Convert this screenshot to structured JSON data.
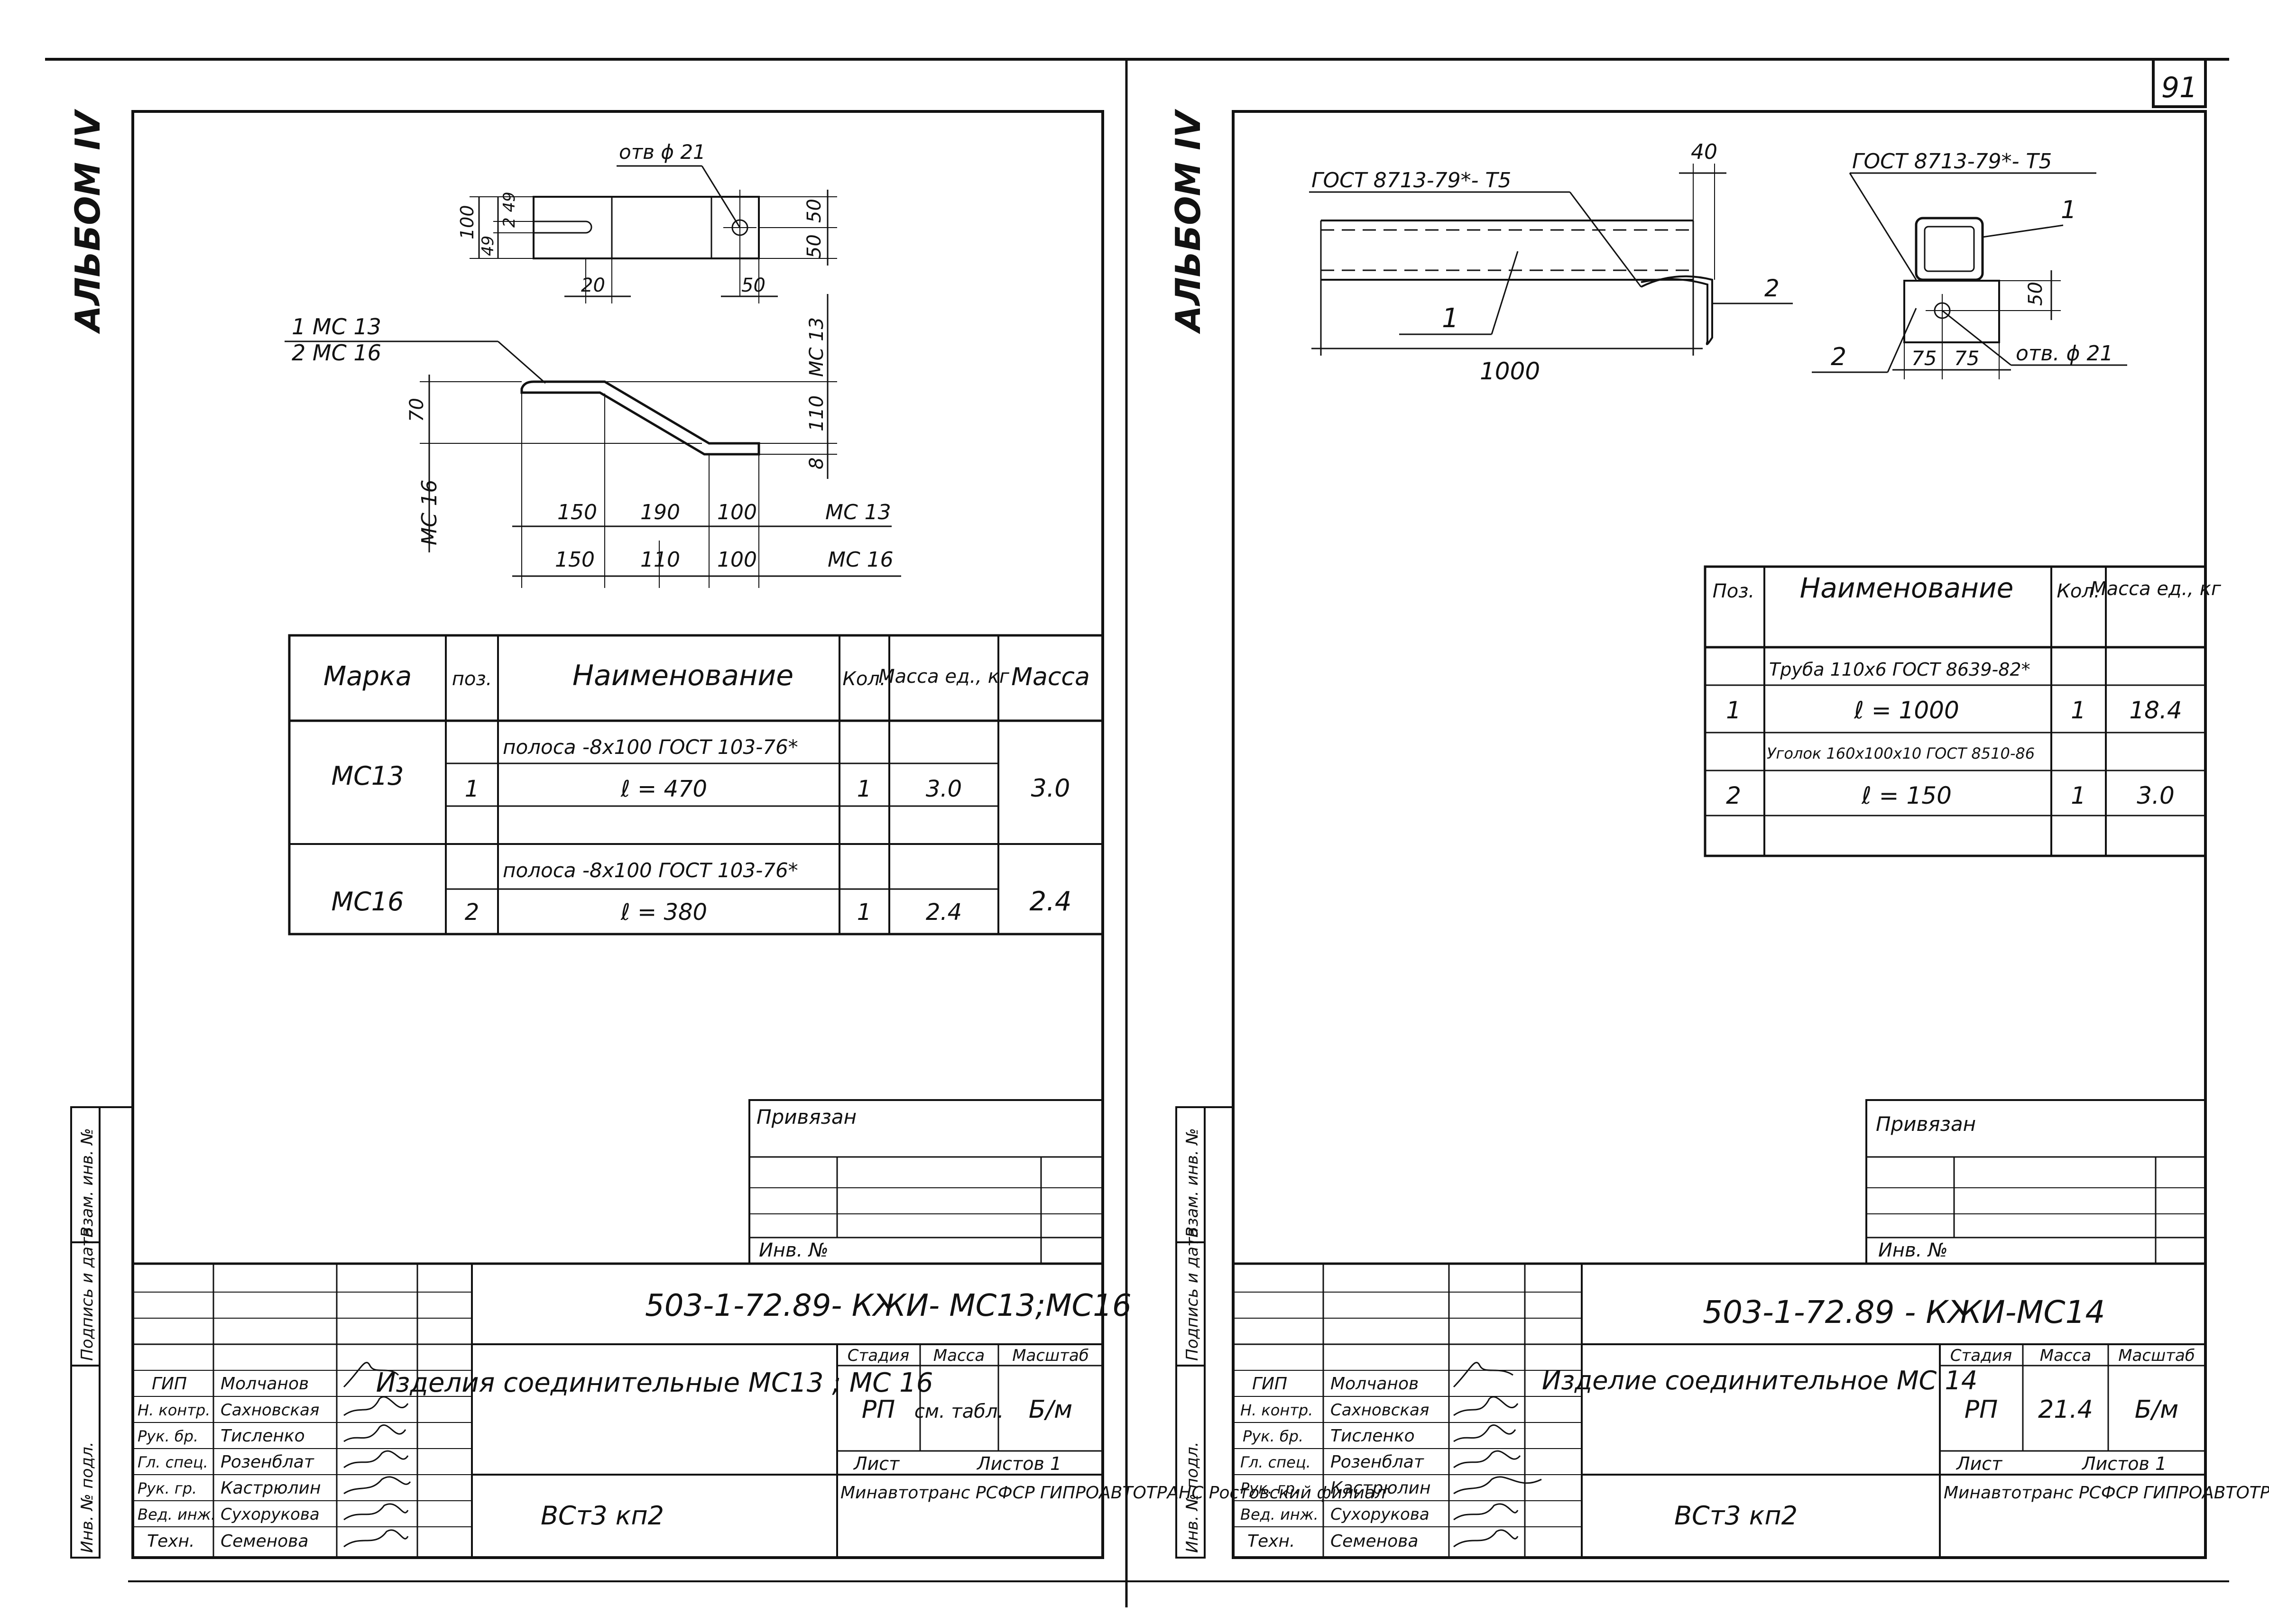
{
  "page_number": "91",
  "album_label": "АЛЬБОМ IV",
  "left_sheet": {
    "drawing": {
      "hole_label": "отв ϕ 21",
      "dim_100": "100",
      "dim_249": "2 49",
      "dim_49": "49",
      "dim_20": "20",
      "dim_50_bottom": "50",
      "dim_50_right_top": "50",
      "dim_50_right_bottom": "50",
      "leader_1": "1  МС 13",
      "leader_2": "2  МС 16",
      "dim_70": "70",
      "dim_110_right": "110",
      "dim_8": "8",
      "label_mc13_vert": "МС 13",
      "label_mc16_vert": "МС 16",
      "row1": {
        "a": "150",
        "b": "190",
        "c": "100",
        "mark": "МС 13"
      },
      "row2": {
        "a": "150",
        "b": "110",
        "c": "100",
        "mark": "МС 16"
      }
    },
    "spec_table": {
      "headers": {
        "mark": "Марка",
        "pos": "поз.",
        "name": "Наименование",
        "qty": "Кол.",
        "unit_mass": "Масса ед., кг",
        "mass": "Масса"
      },
      "groups": [
        {
          "mark": "МС13",
          "pos": "1",
          "name_line1": "полоса -8х100 ГОСТ 103-76*",
          "name_line2": "ℓ = 470",
          "qty": "1",
          "unit_mass": "3.0",
          "mass": "3.0"
        },
        {
          "mark": "МС16",
          "pos": "2",
          "name_line1": "полоса -8х100 ГОСТ 103-76*",
          "name_line2": "ℓ = 380",
          "qty": "1",
          "unit_mass": "2.4",
          "mass": "2.4"
        }
      ]
    },
    "privyazan": "Привязан",
    "inv_no": "Инв. №",
    "title_block": {
      "code": "503-1-72.89- КЖИ- МС13;МС16",
      "title": "Изделия соединительные МС13 ; МС 16",
      "stage_label": "Стадия",
      "mass_label": "Масса",
      "scale_label": "Масштаб",
      "stage": "РП",
      "mass": "см. табл.",
      "scale": "Б/м",
      "sheet_label": "Лист",
      "sheets_label": "Листов 1",
      "material": "ВСт3 кп2",
      "org": "Минавтотранс РСФСР ГИПРОАВТОТРАНС Ростовский филиал",
      "people": [
        {
          "role": "ГИП",
          "name": "Молчанов"
        },
        {
          "role": "Н. контр.",
          "name": "Сахновская"
        },
        {
          "role": "Рук. бр.",
          "name": "Тисленко"
        },
        {
          "role": "Гл. спец.",
          "name": "Розенблат"
        },
        {
          "role": "Рук. гр.",
          "name": "Кастрюлин"
        },
        {
          "role": "Вед. инж.",
          "name": "Сухорукова"
        },
        {
          "role": "Техн.",
          "name": "Семенова"
        }
      ]
    },
    "side_stamp": [
      "Инв. № подл.",
      "Подпись и дата",
      "Взам. инв. №"
    ]
  },
  "right_sheet": {
    "drawing": {
      "gost_left": "ГОСТ 8713-79*- Т5",
      "gost_right": "ГОСТ 8713-79*- Т5",
      "dim_40": "40",
      "dim_1000": "1000",
      "pos1_a": "1",
      "pos1_b": "1",
      "pos2_a": "2",
      "pos2_b": "2",
      "dim_50": "50",
      "dim_75a": "75",
      "dim_75b": "75",
      "hole_label": "отв. ϕ 21"
    },
    "spec_table": {
      "headers": {
        "pos": "Поз.",
        "name": "Наименование",
        "qty": "Кол.",
        "unit_mass": "Масса ед., кг"
      },
      "rows": [
        {
          "pos": "",
          "name": "Труба 110х6 ГОСТ 8639-82*",
          "qty": "",
          "unit_mass": ""
        },
        {
          "pos": "1",
          "name": "ℓ = 1000",
          "qty": "1",
          "unit_mass": "18.4"
        },
        {
          "pos": "",
          "name": "Уголок 160х100х10 ГОСТ 8510-86",
          "qty": "",
          "unit_mass": ""
        },
        {
          "pos": "2",
          "name": "ℓ = 150",
          "qty": "1",
          "unit_mass": "3.0"
        },
        {
          "pos": "",
          "name": "",
          "qty": "",
          "unit_mass": ""
        }
      ]
    },
    "privyazan": "Привязан",
    "inv_no": "Инв. №",
    "title_block": {
      "code": "503-1-72.89 - КЖИ-МС14",
      "title": "Изделие соединительное МС 14",
      "stage_label": "Стадия",
      "mass_label": "Масса",
      "scale_label": "Масштаб",
      "stage": "РП",
      "mass": "21.4",
      "scale": "Б/м",
      "sheet_label": "Лист",
      "sheets_label": "Листов 1",
      "material": "ВСт3 кп2",
      "org": "Минавтотранс РСФСР ГИПРОАВТОТРАНС Ростовский филиал",
      "people": [
        {
          "role": "ГИП",
          "name": "Молчанов"
        },
        {
          "role": "Н. контр.",
          "name": "Сахновская"
        },
        {
          "role": "Рук. бр.",
          "name": "Тисленко"
        },
        {
          "role": "Гл. спец.",
          "name": "Розенблат"
        },
        {
          "role": "Рук. гр.",
          "name": "Кастрюлин"
        },
        {
          "role": "Вед. инж.",
          "name": "Сухорукова"
        },
        {
          "role": "Техн.",
          "name": "Семенова"
        }
      ]
    },
    "side_stamp": [
      "Инв. № подл.",
      "Подпись и дата",
      "Взам. инв. №"
    ]
  }
}
